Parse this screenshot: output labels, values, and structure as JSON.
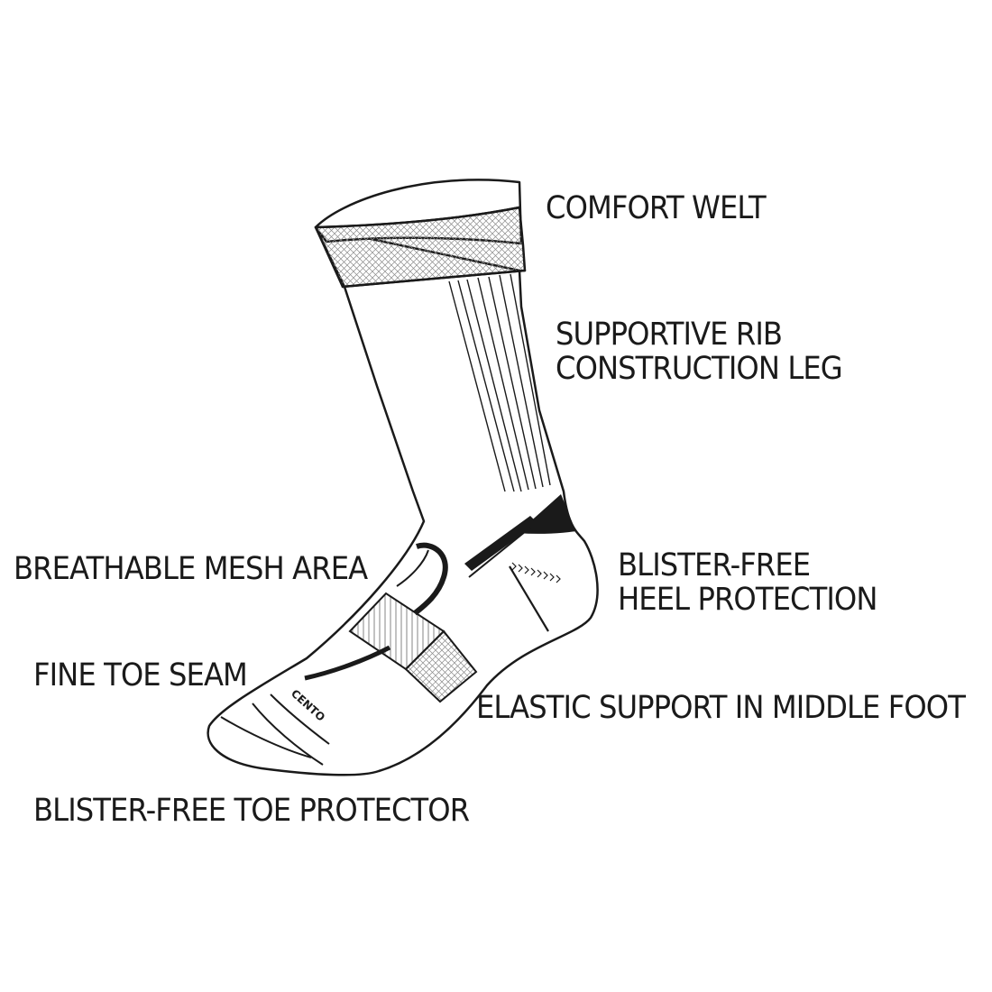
{
  "colors": {
    "ink": "#1a1a1a",
    "background": "#ffffff",
    "mesh": "#8a8a8a"
  },
  "labels": {
    "comfort_welt": "COMFORT WELT",
    "rib_line1": "SUPPORTIVE RIB",
    "rib_line2": "CONSTRUCTION LEG",
    "mesh_area": "BREATHABLE MESH AREA",
    "heel_line1": "BLISTER-FREE",
    "heel_line2": "HEEL PROTECTION",
    "toe_seam": "FINE TOE SEAM",
    "middle_foot": "ELASTIC SUPPORT IN MIDDLE FOOT",
    "toe_protector": "BLISTER-FREE TOE PROTECTOR"
  },
  "brand_mark": "CENTO"
}
